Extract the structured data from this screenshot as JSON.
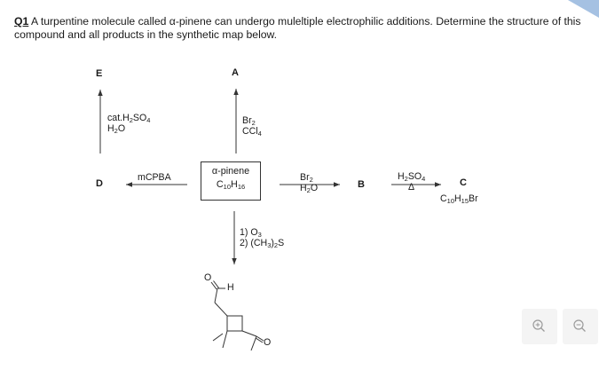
{
  "question": {
    "number": "Q1",
    "text": " A turpentine molecule called α-pinene can undergo muleltiple electrophilic additions. Determine the structure of this compound and all products in the synthetic map below."
  },
  "map": {
    "center": {
      "name": "α-pinene",
      "formula_base": "C",
      "formula_c": "10",
      "formula_h_label": "H",
      "formula_h": "16"
    },
    "labels": {
      "A": "A",
      "B": "B",
      "C": "C",
      "D": "D",
      "E": "E"
    },
    "reagent_A": {
      "line1": "Br",
      "line1_sub": "2",
      "line2": "CCl",
      "line2_sub": "4"
    },
    "reagent_E": {
      "line1": "cat.H",
      "line1_sub1": "2",
      "line1_mid": "SO",
      "line1_sub2": "4",
      "line2": "H",
      "line2_sub": "2",
      "line2_end": "O"
    },
    "reagent_D": {
      "text": "mCPBA"
    },
    "reagent_B": {
      "line1": "Br",
      "line1_sub": "2",
      "line2": "H",
      "line2_sub": "2",
      "line2_end": "O"
    },
    "reagent_C": {
      "line1": "H",
      "line1_sub1": "2",
      "line1_mid": "SO",
      "line1_sub2": "4",
      "line2": "Δ"
    },
    "product_C_formula": {
      "c": "C",
      "c_n": "10",
      "h": "H",
      "h_n": "15",
      "br": "Br"
    },
    "ozonolysis": {
      "step1": "1) O",
      "step1_sub": "3",
      "step2": "2) (CH",
      "step2_sub1": "3",
      "step2_mid": ")",
      "step2_sub2": "2",
      "step2_end": "S"
    },
    "structure_atoms": {
      "o_top": "O",
      "h_top": "H",
      "o_bottom": "O"
    }
  },
  "colors": {
    "text": "#1a1a1a",
    "line": "#333333",
    "corner": "#7fa6d6"
  },
  "icons": [
    "zoom-in-icon",
    "zoom-out-icon"
  ]
}
